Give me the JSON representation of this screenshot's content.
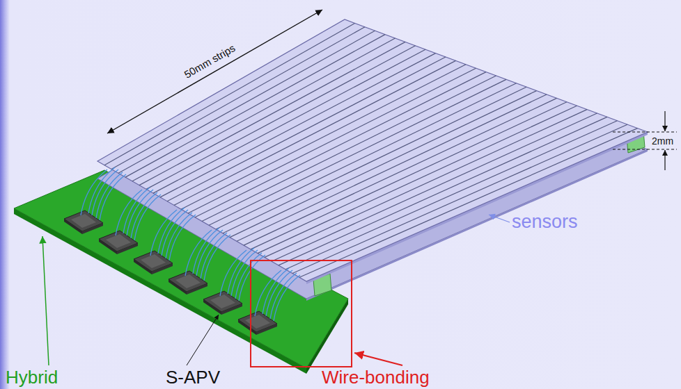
{
  "diagram": {
    "labels": [
      "50mm strips",
      "2mm",
      "sensors",
      "Hybrid",
      "S-APV",
      "Wire-bonding"
    ]
  }
}
